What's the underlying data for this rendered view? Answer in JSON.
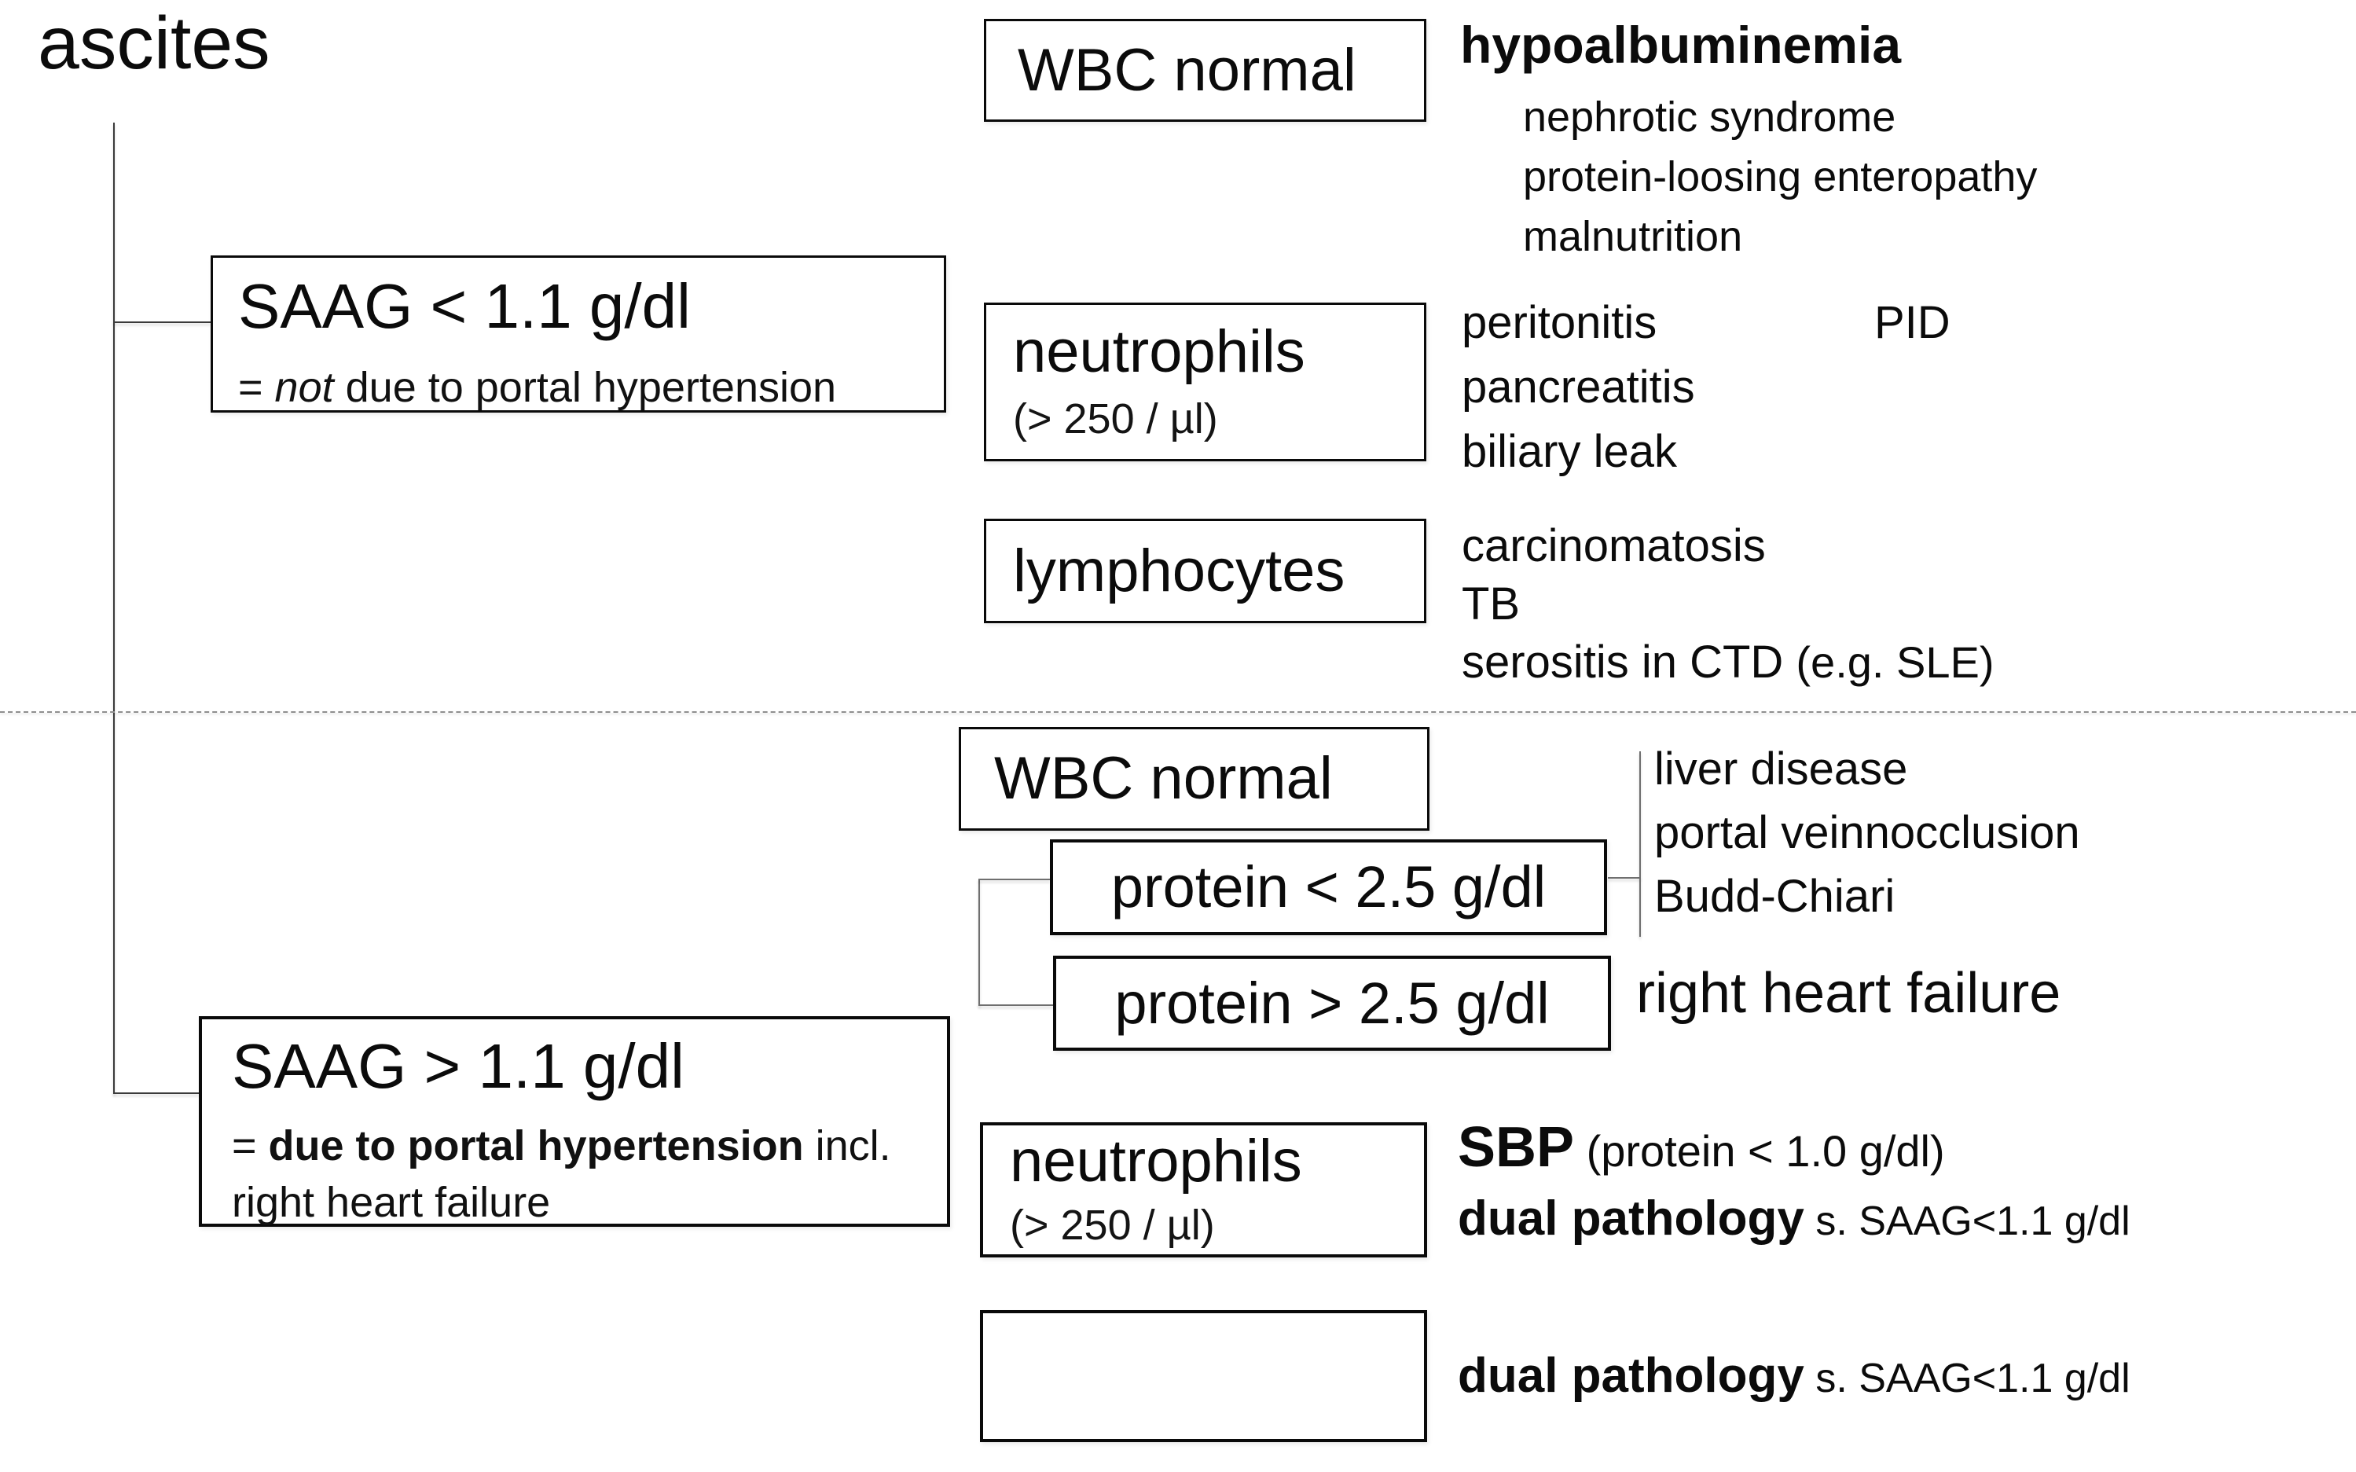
{
  "title": "ascites",
  "saag_low": {
    "title": "SAAG < 1.1 g/dl",
    "sub_eq": "= ",
    "sub_italic": "not",
    "sub_rest": " due to portal hypertension"
  },
  "saag_high": {
    "title": "SAAG > 1.1 g/dl",
    "sub_eq": "= ",
    "sub_bold": "due to portal hypertension",
    "sub_rest": " incl.",
    "sub_line2": "right heart failure"
  },
  "upper": {
    "wbc_label": "WBC normal",
    "neutrophils_label": "neutrophils",
    "neutrophils_sub": "(> 250 / µl)",
    "lymphocytes_label": "lymphocytes",
    "hypo_heading": "hypoalbuminemia",
    "hypo_items": [
      "nephrotic syndrome",
      "protein-loosing enteropathy",
      "malnutrition"
    ],
    "neutrophil_items": [
      "peritonitis",
      "pancreatitis",
      "biliary leak"
    ],
    "pid": "PID",
    "lymph_items": [
      "carcinomatosis",
      "TB"
    ],
    "serositis_main": "serositis in CTD ",
    "serositis_paren": "(e.g. SLE)"
  },
  "lower": {
    "wbc_label": "WBC normal",
    "protein_low_label": "protein < 2.5 g/dl",
    "protein_high_label": "protein > 2.5 g/dl",
    "protein_low_causes": [
      "liver disease",
      "portal veinnocclusion",
      "Budd-Chiari"
    ],
    "protein_high_cause": "right heart failure",
    "neutrophils_label": "neutrophils",
    "neutrophils_sub": "(> 250 / µl)",
    "sbp_label": "SBP",
    "sbp_paren": " (protein < 1.0 g/dl)",
    "dual_label": "dual pathology",
    "dual_suffix": " s. SAAG<1.1 g/dl",
    "dual2_label": "dual pathology",
    "dual2_suffix": " s. SAAG<1.1 g/dl"
  }
}
